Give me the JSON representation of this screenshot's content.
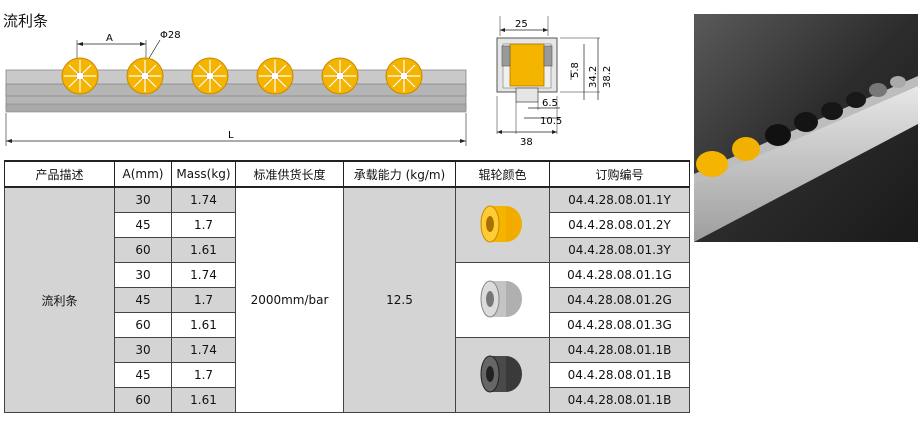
{
  "title": "流利条",
  "drawing": {
    "label_a": "A",
    "label_phi": "Φ28",
    "label_l": "L",
    "dim_width": "25",
    "dim_h1": "5.8",
    "dim_h2": "34.2",
    "dim_h3": "38.2",
    "dim_b1": "6.5",
    "dim_b2": "10.5",
    "dim_base": "38"
  },
  "table": {
    "headers": [
      "产品描述",
      "A(mm)",
      "Mass(kg)",
      "标准供货长度",
      "承载能力 (kg/m)",
      "辊轮颜色",
      "订购编号"
    ],
    "product": "流利条",
    "length": "2000mm/bar",
    "capacity": "12.5",
    "rows": [
      {
        "a": "30",
        "mass": "1.74",
        "code": "04.4.28.08.01.1Y"
      },
      {
        "a": "45",
        "mass": "1.7",
        "code": "04.4.28.08.01.2Y"
      },
      {
        "a": "60",
        "mass": "1.61",
        "code": "04.4.28.08.01.3Y"
      },
      {
        "a": "30",
        "mass": "1.74",
        "code": "04.4.28.08.01.1G"
      },
      {
        "a": "45",
        "mass": "1.7",
        "code": "04.4.28.08.01.2G"
      },
      {
        "a": "60",
        "mass": "1.61",
        "code": "04.4.28.08.01.3G"
      },
      {
        "a": "30",
        "mass": "1.74",
        "code": "04.4.28.08.01.1B"
      },
      {
        "a": "45",
        "mass": "1.7",
        "code": "04.4.28.08.01.1B"
      },
      {
        "a": "60",
        "mass": "1.61",
        "code": "04.4.28.08.01.1B"
      }
    ]
  },
  "colors": {
    "yellow": "#f5b400",
    "grey": "#bdbdbd",
    "black": "#555555",
    "band": "#d4d4d4"
  }
}
